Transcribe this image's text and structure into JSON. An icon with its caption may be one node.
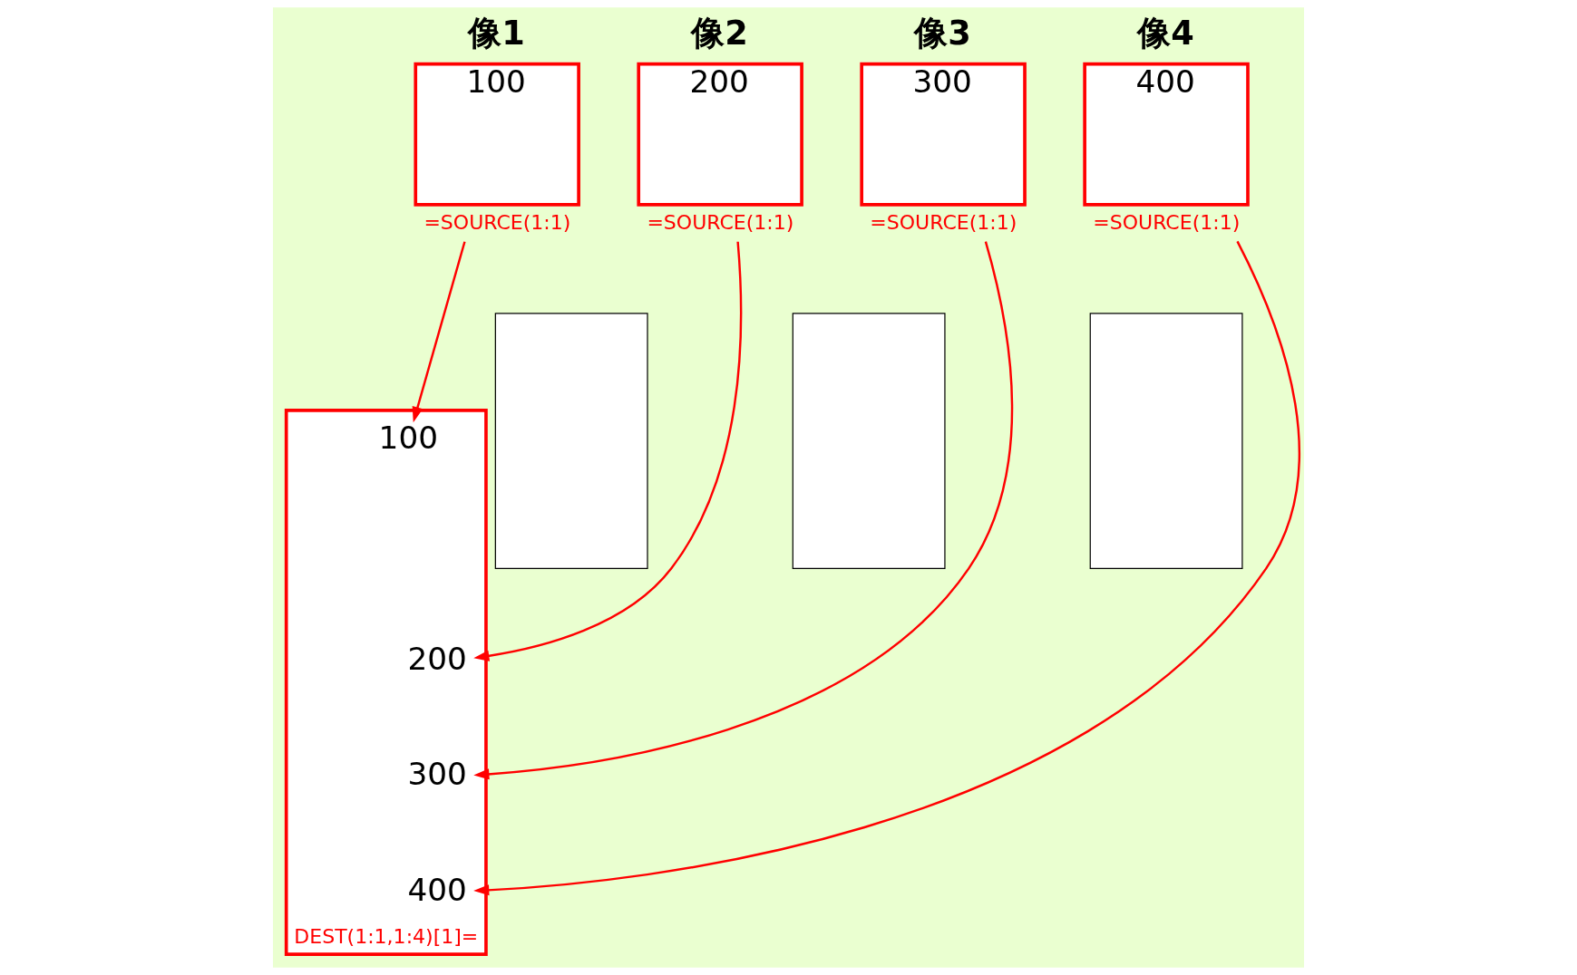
{
  "diagram": {
    "nodes": [
      {
        "text": [
          "像1",
          "100"
        ],
        "beside": [
          "=SOURCE(1:1)"
        ]
      },
      {
        "text": [
          "像2",
          "200"
        ],
        "beside": [
          "=SOURCE(1:1)"
        ]
      },
      {
        "text": [
          "像3",
          "300"
        ],
        "beside": [
          "=SOURCE(1:1)"
        ]
      },
      {
        "text": [
          "像4",
          "400"
        ],
        "beside": [
          "=SOURCE(1:1)"
        ]
      },
      {
        "text": [],
        "shape": "box",
        "beside": [
          "DEST(1:1,1:4)[1]="
        ]
      },
      {
        "text": [
          "100"
        ],
        "in": 4
      },
      {
        "text": [
          "200"
        ],
        "in": 4
      },
      {
        "text": [
          "300"
        ],
        "in": 4
      },
      {
        "text": [
          "400"
        ],
        "in": 4
      },
      {
        "text": [],
        "shape": "box"
      },
      {
        "text": [],
        "shape": "box"
      },
      {
        "text": [],
        "shape": "box"
      }
    ],
    "edges": [
      {
        "from": 0,
        "to": 5,
        "arrow": "to"
      },
      {
        "from": 1,
        "to": 6,
        "arrow": "to"
      },
      {
        "from": 2,
        "to": 7,
        "arrow": "to"
      },
      {
        "from": 3,
        "to": 8,
        "arrow": "to"
      }
    ]
  }
}
